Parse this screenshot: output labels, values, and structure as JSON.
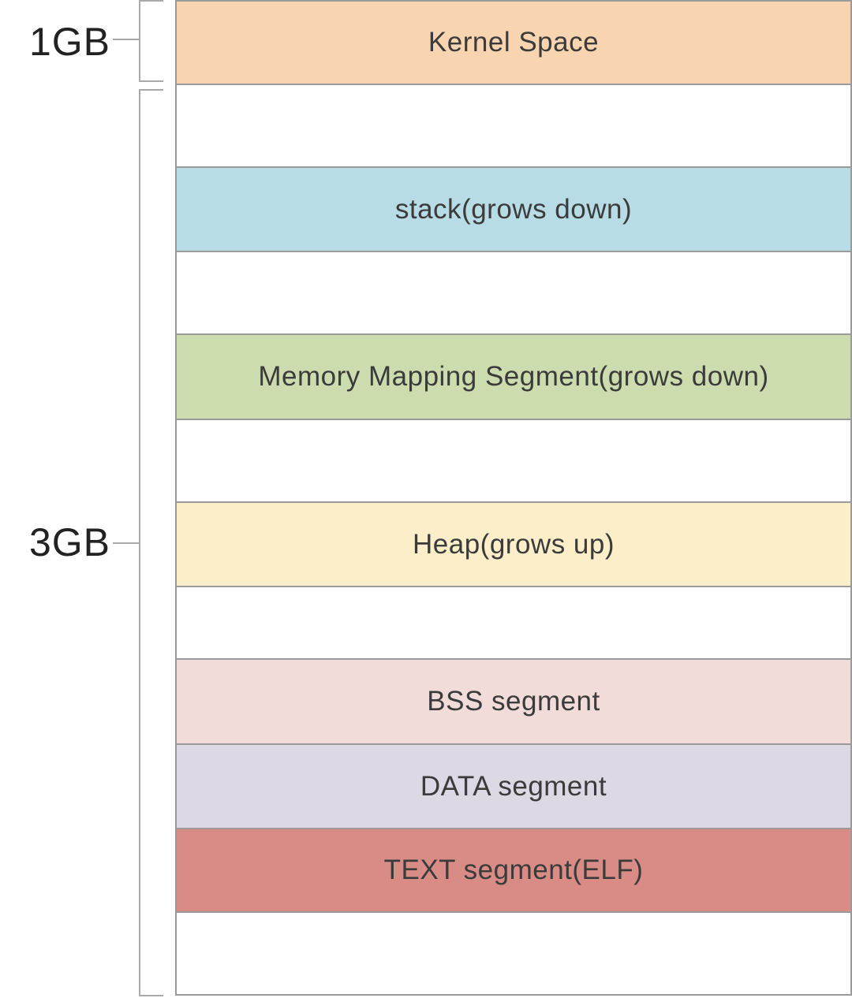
{
  "axis": {
    "markers": [
      {
        "label": "1GB"
      },
      {
        "label": "3GB"
      }
    ]
  },
  "segments": [
    {
      "label": "Kernel Space",
      "color": "#f9d4b0"
    },
    {
      "label": "stack(grows down)",
      "color": "#b7dce6"
    },
    {
      "label": "Memory Mapping Segment(grows down)",
      "color": "#ccdcae"
    },
    {
      "label": "Heap(grows up)",
      "color": "#fbeec9"
    },
    {
      "label": "BSS segment",
      "color": "#f1dcd9"
    },
    {
      "label": "DATA segment",
      "color": "#dcd8e4"
    },
    {
      "label": "TEXT segment(ELF)",
      "color": "#d98c85"
    }
  ],
  "colors": {
    "border": "#9a9a9a",
    "bracket": "#a9a9a9",
    "segment_text": "#3b3b3b",
    "axis_label_text": "#222222",
    "background": "#ffffff"
  }
}
